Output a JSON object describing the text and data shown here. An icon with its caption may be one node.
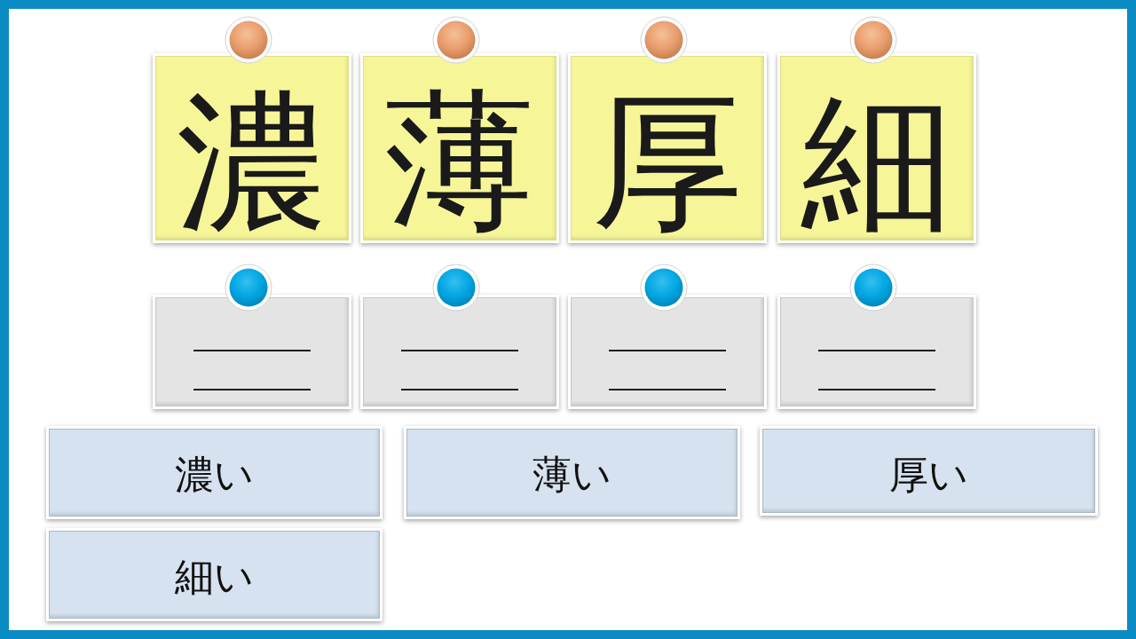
{
  "diagram": {
    "nodes": [
      {
        "text": [
          "濃"
        ]
      },
      {
        "text": [
          "薄"
        ]
      },
      {
        "text": [
          "厚"
        ]
      },
      {
        "text": [
          "細"
        ]
      },
      {
        "text": [],
        "shape": "box"
      },
      {
        "text": [],
        "shape": "box"
      },
      {
        "text": [],
        "shape": "box"
      },
      {
        "text": [],
        "shape": "box"
      },
      {
        "text": [
          "濃い"
        ]
      },
      {
        "text": [
          "薄い"
        ]
      },
      {
        "text": [
          "厚い"
        ]
      },
      {
        "text": [
          "細い"
        ]
      }
    ]
  }
}
